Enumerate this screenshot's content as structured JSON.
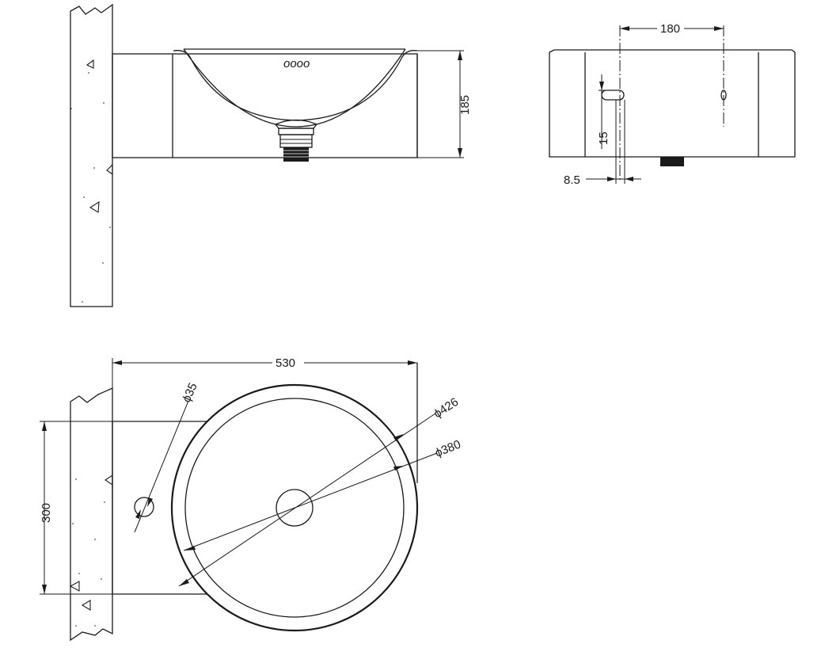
{
  "drawing": {
    "dimensions": {
      "height": "185",
      "hole_spacing": "180",
      "offset": "15",
      "hole_diameter": "8.5",
      "width": "530",
      "depth": "300",
      "overflow_diameter": "ϕ35",
      "outer_diameter": "ϕ426",
      "inner_diameter": "ϕ380"
    },
    "overflow_marks": "oooo"
  }
}
